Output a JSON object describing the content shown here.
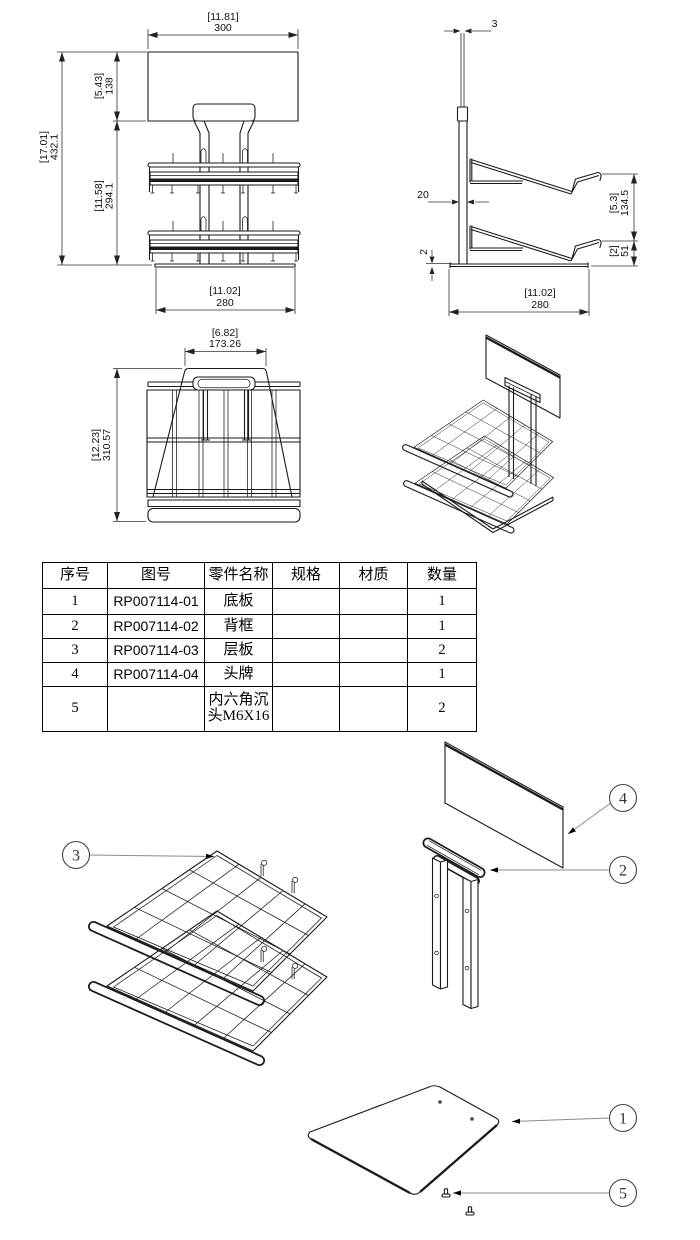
{
  "views": {
    "front": {
      "labels": {
        "w_in": "[11.81]",
        "w_mm": "300",
        "sign_in": "[5.43]",
        "sign_mm": "138",
        "h_in": "[17.01]",
        "h_mm": "432.1",
        "body_in": "[11.58]",
        "body_mm": "294.1",
        "base_in": "[11.02]",
        "base_mm": "280"
      }
    },
    "side": {
      "labels": {
        "sign_thickness": "3",
        "post_depth": "20",
        "base_thickness": "2",
        "pitch_in": "[5.3]",
        "pitch_mm": "134.5",
        "low_in": "[2]",
        "low_mm": "51",
        "depth_in": "[11.02]",
        "depth_mm": "280"
      }
    },
    "top": {
      "labels": {
        "sign_in": "[6.82]",
        "sign_mm": "173.26",
        "depth_in": "[12.23]",
        "depth_mm": "310.57"
      }
    }
  },
  "bom": {
    "headers": [
      "序号",
      "图号",
      "零件名称",
      "规格",
      "材质",
      "数量"
    ],
    "rows": [
      {
        "no": "1",
        "code": "RP007114-01",
        "name": "底板",
        "spec": "",
        "mat": "",
        "qty": "1"
      },
      {
        "no": "2",
        "code": "RP007114-02",
        "name": "背框",
        "spec": "",
        "mat": "",
        "qty": "1"
      },
      {
        "no": "3",
        "code": "RP007114-03",
        "name": "层板",
        "spec": "",
        "mat": "",
        "qty": "2"
      },
      {
        "no": "4",
        "code": "RP007114-04",
        "name": "头牌",
        "spec": "",
        "mat": "",
        "qty": "1"
      },
      {
        "no": "5",
        "code": "",
        "name": "内六角沉头M6X16",
        "spec": "",
        "mat": "",
        "qty": "2"
      }
    ]
  },
  "balloons": {
    "b1": "1",
    "b2": "2",
    "b3": "3",
    "b4": "4",
    "b5": "5"
  },
  "colors": {
    "line": "#1a1a1a",
    "dim": "#333333",
    "leader": "#8a8a8a",
    "balloon_text": "#333333"
  }
}
